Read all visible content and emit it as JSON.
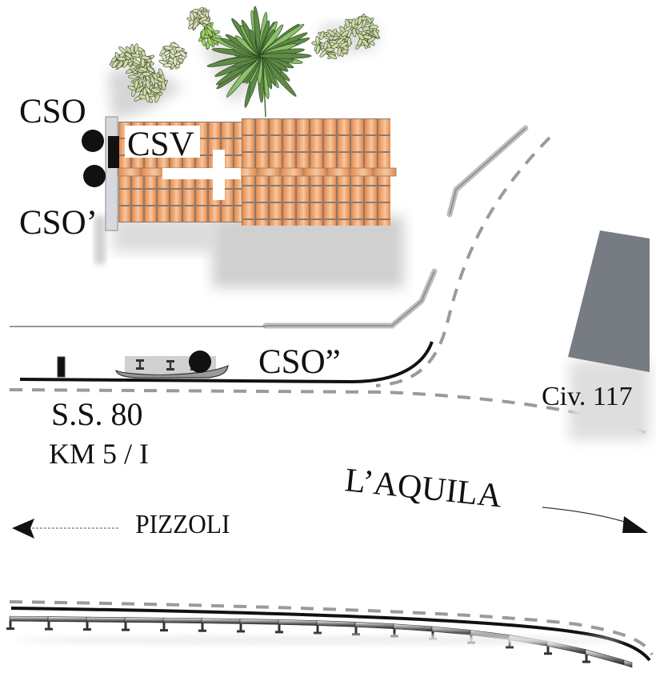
{
  "labels": {
    "cso": "CSO",
    "csv": "CSV",
    "cso_prime": "CSO’",
    "cso_double_prime": "CSO”",
    "road_name": "S.S. 80",
    "road_km": "KM 5 / I",
    "civic_number": "Civ. 117",
    "direction_right": "L’AQUILA",
    "direction_left": "PIZZOLI"
  },
  "colors": {
    "roof_tile": "#e8894a",
    "roof_tile_light": "#f6c7a0",
    "roof_grout": "#8a7a70",
    "building_gray": "#767c82",
    "road_dash": "#9a9a9a",
    "guardrail": "#bdbdbd",
    "ink": "#111111",
    "foliage_dark": "#5f8a47",
    "foliage_light": "#cfdcaa",
    "foliage_bright": "#9fd46a",
    "shadow": "#c8c8c8",
    "wall_panel": "#d6d9de"
  },
  "icons": {
    "church_cross": "cross-icon",
    "control_point": "filled-circle-icon",
    "left_arrow": "arrow-left-icon",
    "right_arrow": "arrow-right-icon"
  }
}
